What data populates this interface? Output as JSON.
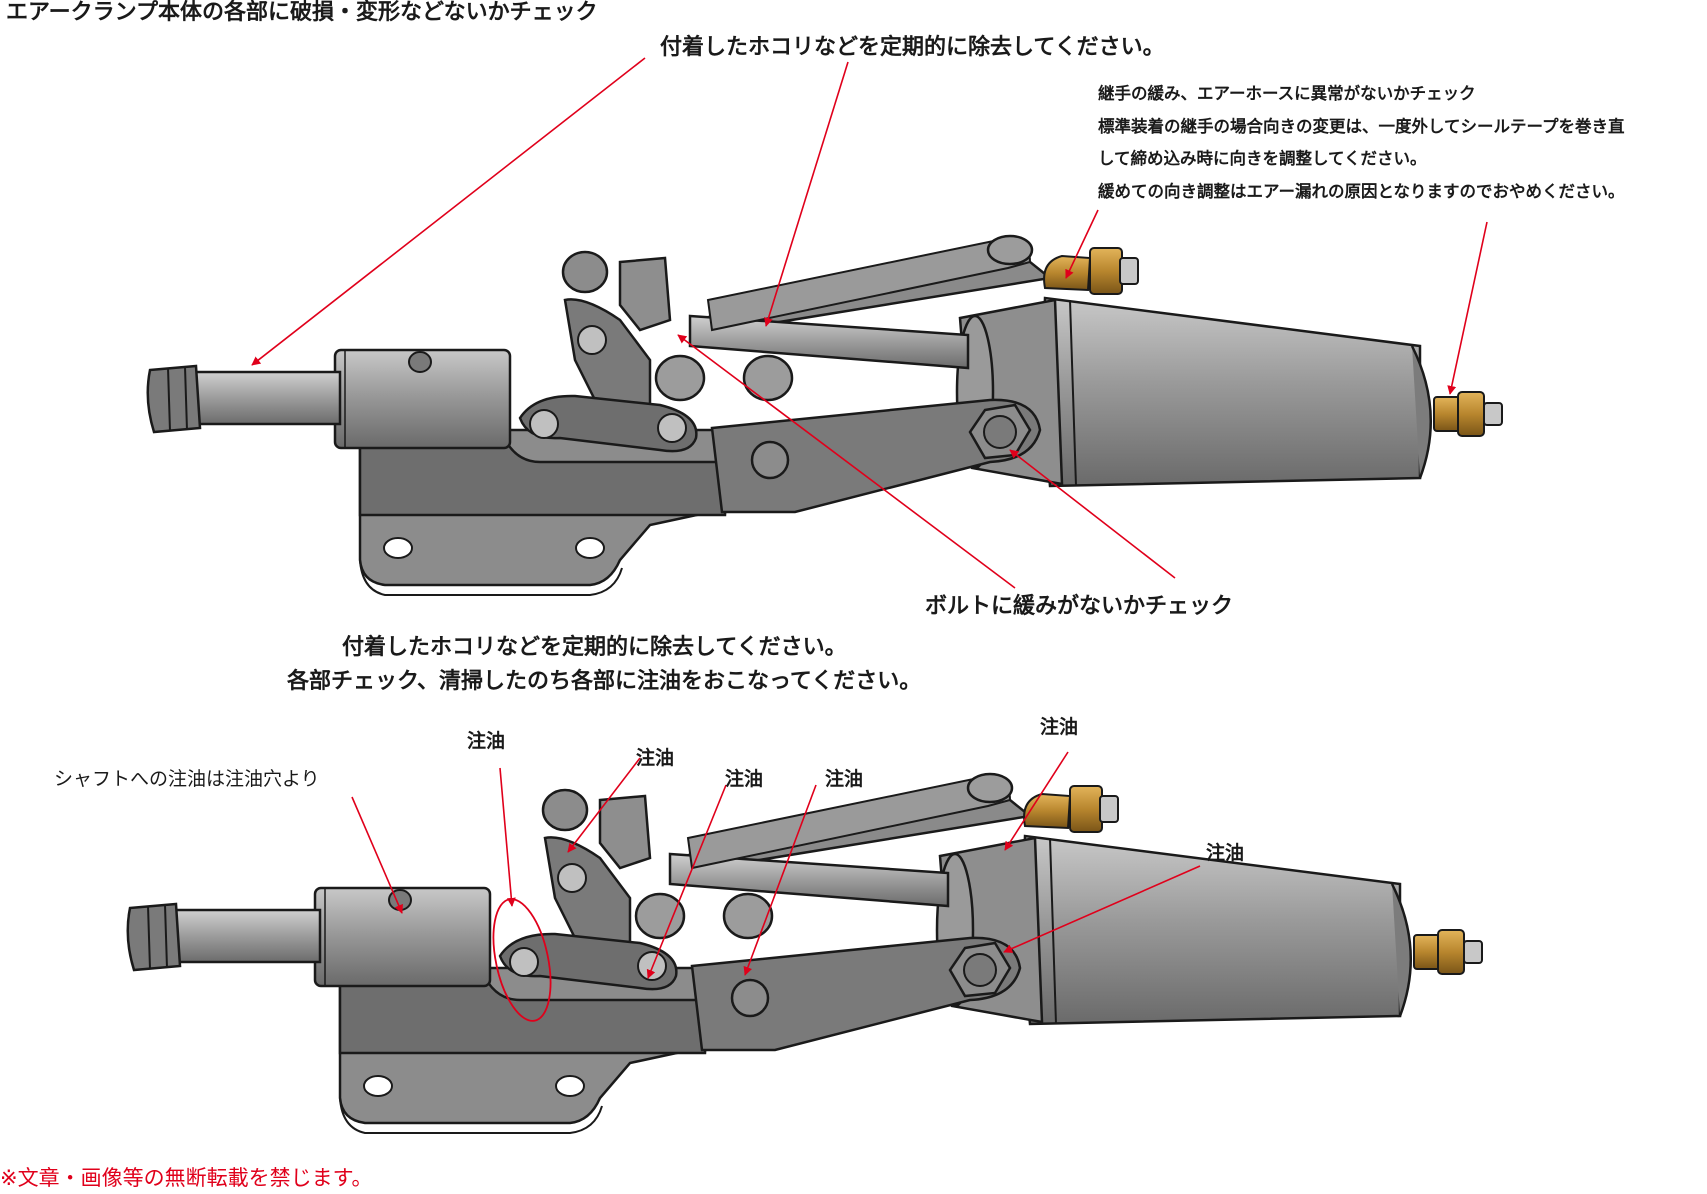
{
  "top": {
    "check_body_label": "エアークランプ本体の各部に破損・変形などないかチェック",
    "dust_label": "付着したホコリなどを定期的に除去してください。",
    "fitting_notes": [
      "継手の緩み、エアーホースに異常がないかチェック",
      "標準装着の継手の場合向きの変更は、一度外してシールテープを巻き直",
      "して締め込み時に向きを調整してください。",
      "緩めての向き調整はエアー漏れの原因となりますのでおやめください。"
    ],
    "bolt_label": "ボルトに緩みがないかチェック"
  },
  "middle": {
    "line1": "付着したホコリなどを定期的に除去してください。",
    "line2": "各部チェック、清掃したのち各部に注油をおこなってください。"
  },
  "bottom": {
    "shaft_label": "シャフトへの注油は注油穴より",
    "oil_labels": [
      "注油",
      "注油",
      "注油",
      "注油",
      "注油",
      "注油"
    ]
  },
  "footer": {
    "copyright": "※文章・画像等の無断転載を禁じます。"
  },
  "colors": {
    "arrow": "#e0001b",
    "metal_dark": "#6e6e6e",
    "metal_mid": "#8c8c8c",
    "metal_light": "#b4b4b4",
    "brass": "#b8862e",
    "outline": "#1a1a1a"
  }
}
